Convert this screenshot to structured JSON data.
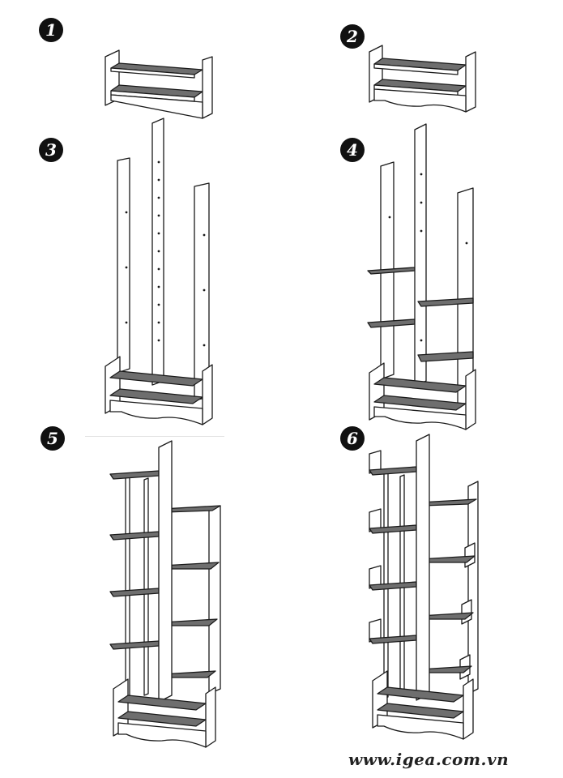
{
  "steps": [
    {
      "number": "1",
      "icon": "base-frame-icon"
    },
    {
      "number": "2",
      "icon": "base-with-plinth-icon"
    },
    {
      "number": "3",
      "icon": "base-with-vertical-panels-icon"
    },
    {
      "number": "4",
      "icon": "lower-shelves-added-icon"
    },
    {
      "number": "5",
      "icon": "all-shelves-added-icon"
    },
    {
      "number": "6",
      "icon": "completed-bookshelf-icon"
    }
  ],
  "watermark": "www.igea.com.vn",
  "colors": {
    "line": "#1a1a1a",
    "shelf": "#6e6e6e",
    "panel": "#ffffff",
    "badge": "#111111"
  }
}
